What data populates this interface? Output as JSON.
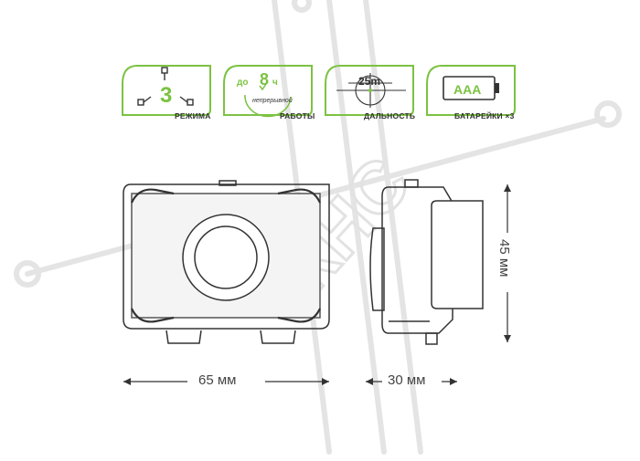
{
  "features": [
    {
      "value": "3",
      "label": "РЕЖИМА",
      "icon": "modes-icon"
    },
    {
      "prefix": "до",
      "value": "8",
      "unit": "ч",
      "sub": "непрерывной",
      "label": "РАБОТЫ",
      "icon": "clock-icon"
    },
    {
      "value": "25m",
      "label": "ДАЛЬНОСТЬ",
      "icon": "crosshair-icon"
    },
    {
      "value": "AAA",
      "label": "БАТАРЕЙКИ ×3",
      "icon": "battery-icon"
    }
  ],
  "dimensions": {
    "width": "65 мм",
    "depth": "30 мм",
    "height": "45 мм"
  },
  "watermark": "КНС",
  "colors": {
    "accent": "#7cc242",
    "line": "#333333",
    "watermark": "#e6e6e6"
  }
}
